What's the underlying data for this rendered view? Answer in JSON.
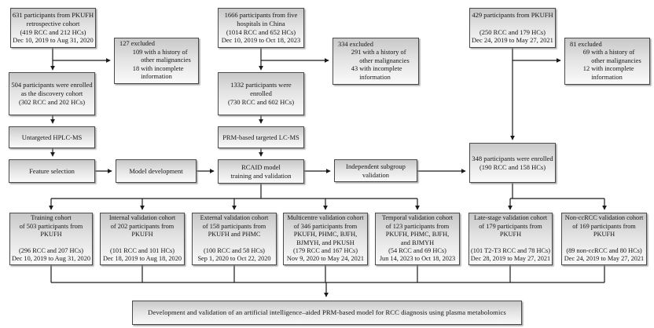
{
  "colors": {
    "box_border": "#4a4a4a",
    "box_fill_top": "#c8c8c8",
    "box_fill_bottom": "#fafafa",
    "connector": "#1a1a1a",
    "text": "#151515"
  },
  "boxes": {
    "retrospective": "631 participants from PKUFH\nretrospective cohort\n(419 RCC and 212 HCs)\nDec 10, 2019 to Aug 31, 2020",
    "excluded_127": "127 excluded\n        109 with a history of\n             other malignancies\n        18 with incomplete\n             information",
    "discovery": "504 participants were enrolled\nas the discovery cohort\n(302 RCC and 202 HCs)",
    "untargeted": "Untargeted HPLC-MS",
    "feature_selection": "Feature selection",
    "model_development": "Model development",
    "five_hospitals": "1666 participants from five\nhospitals in China\n(1014 RCC and 652 HCs)\nDec 10, 2019 to Oct 18, 2023",
    "excluded_334": "334 excluded\n        291 with a history of\n             other malignancies\n        43 with incomplete\n             information",
    "enrolled_1332": "1332 participants were\nenrolled\n(730 RCC and 602 HCs)",
    "prm_targeted": "PRM-based targeted LC-MS",
    "rcaid": "RCAID model\ntraining and validation",
    "independent": "Independent subgroup\nvalidation",
    "pkufh_429": "429 participants from PKUFH\n\n(250 RCC and 179 HCs)\nDec 24, 2019 to May 27, 2021",
    "excluded_81": "81 excluded\n        69 with a history of\n             other malignancies\n        12 with incomplete\n             information",
    "enrolled_348": "348 participants were enrolled\n(190 RCC and 158 HCs)",
    "training": "Training cohort\nof 503 participants from\nPKUFH\n\n(296 RCC and 207 HCs)\nDec 10, 2019 to Aug 31, 2020",
    "internal": "Internal validation cohort\nof 202 participants from\nPKUFH\n\n(101 RCC and 101 HCs)\nDec 18, 2019 to Aug 18, 2020",
    "external": "External validation cohort\nof 158 participants from\nPKUFH and PHMC\n\n(100 RCC and 58 HCs)\nSep 1, 2020 to Oct 22, 2020",
    "multicentre": "Multicentre validation cohort\nof 346 participants from\nPKUFH, PHMC, BJFH,\nBJMYH, and PKUSH\n(179 RCC and 167 HCs)\nNov 9, 2020 to May 24, 2021",
    "temporal": "Temporal validation cohort\nof 123 participants from\nPKUFH, PHMC, BJFH,\nand BJMYH\n(54 RCC and 69 HCs)\nJun 14, 2023 to Oct 18, 2023",
    "late_stage": "Late-stage validation cohort\nof 179 participants from\nPKUFH\n\n(101 T2-T3 RCC and 78 HCs)\nDec 28, 2019 to May 27, 2021",
    "non_ccrcc": "Non-ccRCC validation cohort\nof 169 participants from\nPKUFH\n\n(89 non-ccRCC and 80 HCs)\nDec 24, 2019 to May 27, 2021",
    "final": "Development and validation of an artificial intelligence–aided PRM-based model for RCC diagnosis using plasma metabolomics"
  }
}
